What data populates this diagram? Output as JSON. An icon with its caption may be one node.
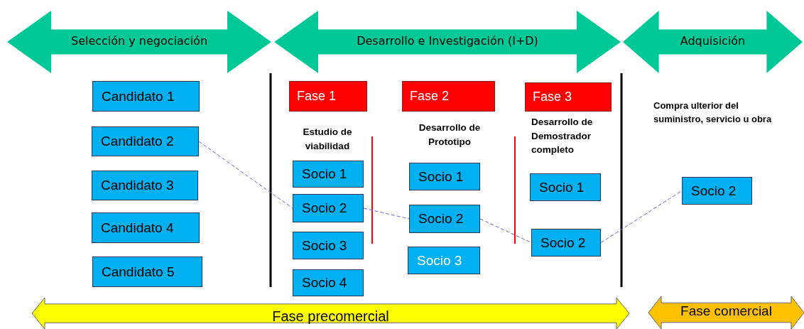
{
  "diagram": {
    "nodes": [
      {
        "text": [
          "Selección y negociación"
        ]
      },
      {
        "text": [
          "Desarrollo e Investigación (I+D)"
        ]
      },
      {
        "text": [
          "Adquisición"
        ]
      },
      {
        "text": [
          "Candidato 1"
        ]
      },
      {
        "text": [
          "Candidato 2"
        ]
      },
      {
        "text": [
          "Candidato 3"
        ]
      },
      {
        "text": [
          "Candidato 4"
        ]
      },
      {
        "text": [
          "Candidato 5"
        ]
      },
      {
        "text": [
          "Fase 1"
        ],
        "beside": [
          "Estudio de viabilidad"
        ]
      },
      {
        "text": [
          "Fase 2"
        ],
        "beside": [
          "Desarrollo de Prototipo"
        ]
      },
      {
        "text": [
          "Fase 3"
        ],
        "beside": [
          "Desarrollo de Demostrador completo"
        ]
      },
      {
        "text": [
          "Socio 1"
        ]
      },
      {
        "text": [
          "Socio 2"
        ]
      },
      {
        "text": [
          "Socio 3"
        ]
      },
      {
        "text": [
          "Socio 4"
        ]
      },
      {
        "text": [
          "Socio 1"
        ]
      },
      {
        "text": [
          "Socio 2"
        ]
      },
      {
        "text": [
          "Socio 3"
        ]
      },
      {
        "text": [
          "Socio 1"
        ]
      },
      {
        "text": [
          "Socio 2"
        ]
      },
      {
        "text": [
          "Socio 2"
        ]
      },
      {
        "text": [
          "Fase precomercial"
        ]
      },
      {
        "text": [
          "Fase comercial"
        ]
      }
    ],
    "edges": [
      {
        "from": 4,
        "to": 12,
        "arrow": "none",
        "style": "dashed",
        "color": "#6666dd"
      },
      {
        "from": 12,
        "to": 16,
        "arrow": "none",
        "style": "dashed",
        "color": "#6666dd"
      },
      {
        "from": 16,
        "to": 19,
        "arrow": "none",
        "style": "dashed",
        "color": "#6666dd"
      },
      {
        "from": 19,
        "to": 20,
        "arrow": "none",
        "style": "dashed",
        "color": "#6666dd"
      }
    ],
    "labels": [
      "Compra ulterior del suministro, servicio u obra"
    ]
  }
}
